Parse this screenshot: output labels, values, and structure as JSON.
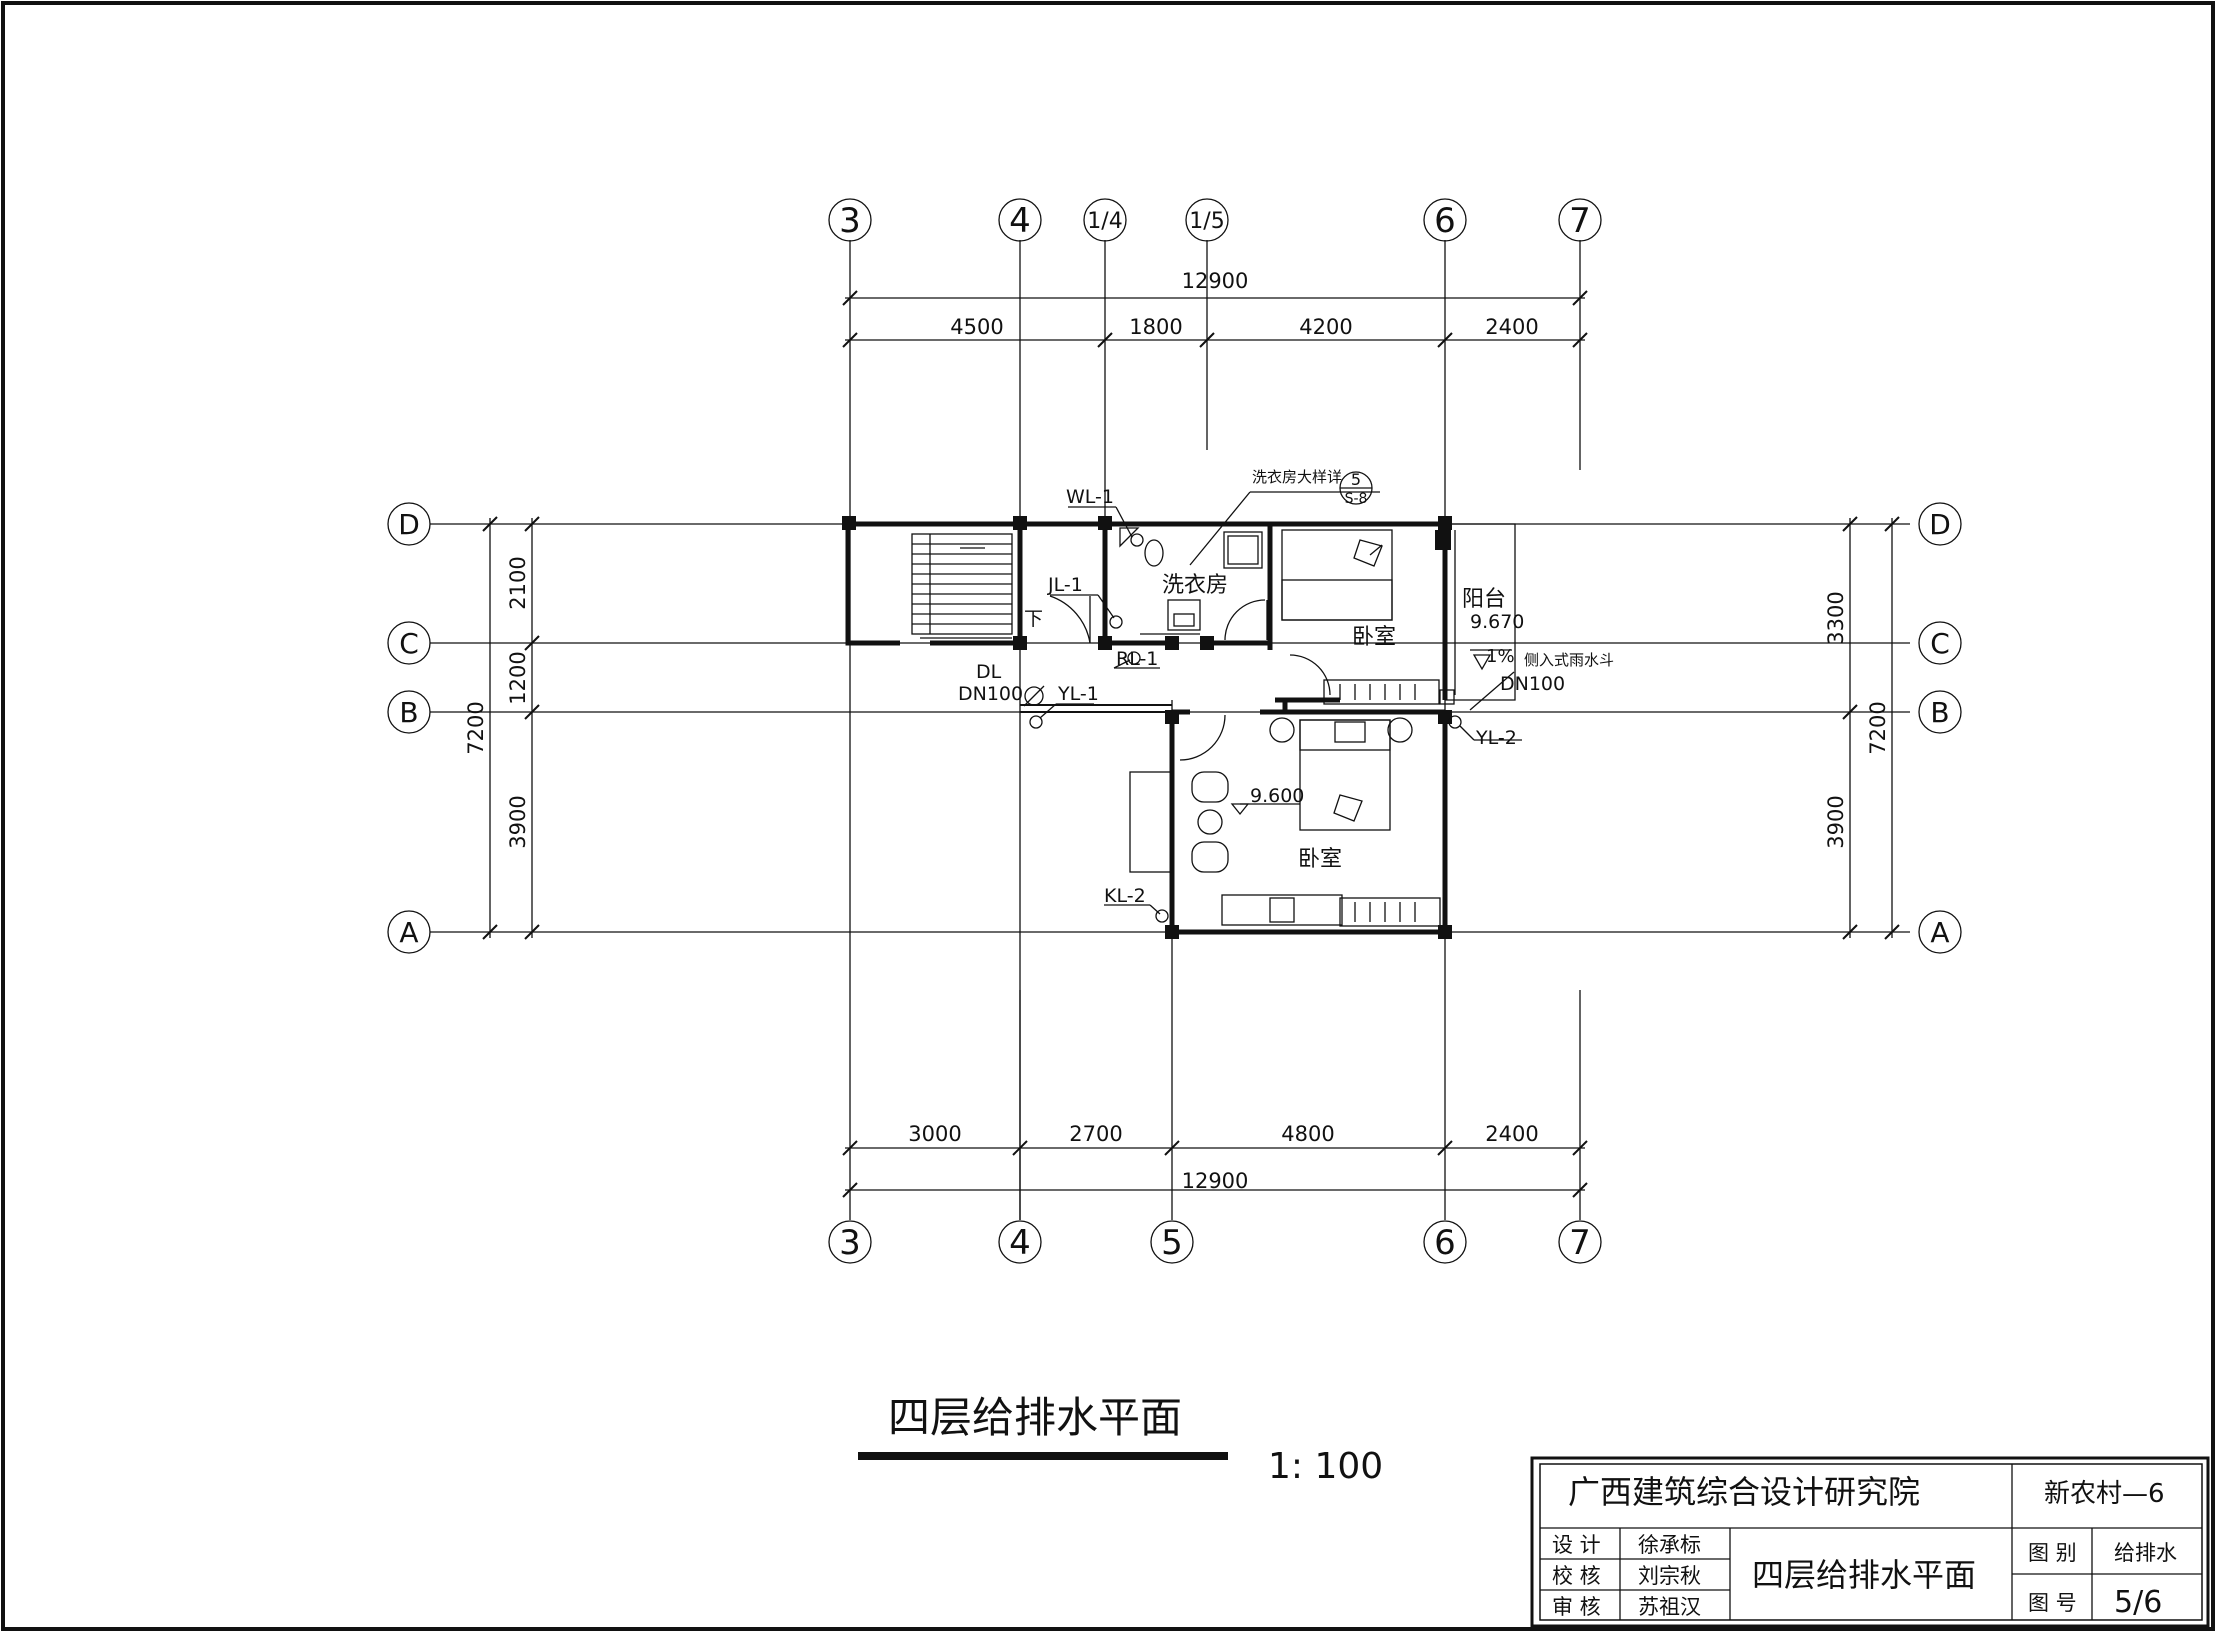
{
  "grid": {
    "top_axes": [
      "3",
      "4",
      "1/4",
      "1/5",
      "6",
      "7"
    ],
    "bottom_axes": [
      "3",
      "4",
      "5",
      "6",
      "7"
    ],
    "row_axes": [
      "D",
      "C",
      "B",
      "A"
    ]
  },
  "dimensions": {
    "top_total": "12900",
    "top_segments": [
      "4500",
      "1800",
      "4200",
      "2400"
    ],
    "bottom_segments": [
      "3000",
      "2700",
      "4800",
      "2400"
    ],
    "bottom_total": "12900",
    "left_segments": [
      "2100",
      "1200",
      "3900"
    ],
    "left_total": "7200",
    "right_segments": [
      "3300",
      "3900"
    ],
    "right_total": "7200"
  },
  "labels": {
    "wl1": "WL-1",
    "jl1": "JL-1",
    "rl1": "RL-1",
    "dl": "DL",
    "dn100_left": "DN100",
    "yl1": "YL-1",
    "kl2": "KL-2",
    "yl2": "YL-2",
    "dn100_right": "DN100",
    "side_drain": "侧入式雨水斗",
    "slope": "1%",
    "detail_note": "洗衣房大样详",
    "detail_num": "5",
    "detail_sheet": "S-8",
    "down": "下"
  },
  "rooms": {
    "laundry": "洗衣房",
    "bedroom_top": "卧室",
    "bedroom_bottom": "卧室",
    "balcony": "阳台"
  },
  "elevations": {
    "balcony": "9.670",
    "bedroom": "9.600"
  },
  "title": {
    "main": "四层给排水平面",
    "scale": "1: 100"
  },
  "title_block": {
    "institute": "广西建筑综合设计研究院",
    "project": "新农村—6",
    "design_label": "设 计",
    "design_name": "徐承标",
    "check_label": "校 核",
    "check_name": "刘宗秋",
    "review_label": "审 核",
    "review_name": "苏祖汉",
    "drawing_title": "四层给排水平面",
    "category_label": "图 别",
    "category_value": "给排水",
    "number_label": "图 号",
    "number_value": "5/6"
  }
}
